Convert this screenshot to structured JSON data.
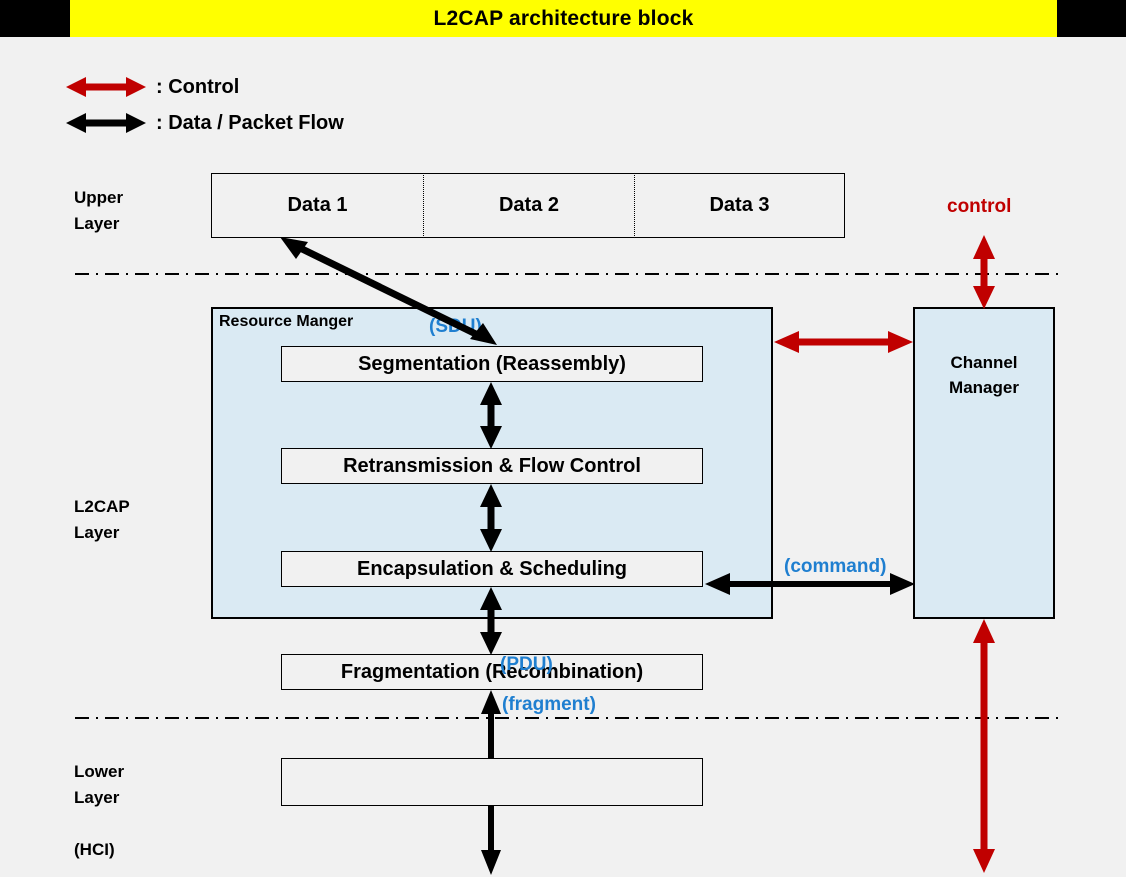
{
  "title": "L2CAP architecture block",
  "colors": {
    "banner": "#ffff00",
    "background": "#f1f1f1",
    "frame": "#000000",
    "control_arrow": "#c00000",
    "data_arrow": "#000000",
    "annotation": "#1f7fd0",
    "block_fill": "#daeaf3"
  },
  "legend": [
    {
      "icon": "double-arrow-red-icon",
      "label": ": Control",
      "color": "#c00000"
    },
    {
      "icon": "double-arrow-black-icon",
      "label": ": Data / Packet Flow",
      "color": "#000000"
    }
  ],
  "layers": [
    {
      "id": "upper",
      "label": "Upper\nLayer"
    },
    {
      "id": "l2cap",
      "label": "L2CAP\nLayer"
    },
    {
      "id": "lower",
      "label": "Lower\nLayer\n\n(HCI)"
    }
  ],
  "upper_layer": {
    "data_blocks": [
      "Data 1",
      "Data 2",
      "Data 3"
    ]
  },
  "l2cap_layer": {
    "resource_manager_title": "Resource Manger",
    "blocks": [
      "Segmentation (Reassembly)",
      "Retransmission & Flow Control",
      "Encapsulation & Scheduling"
    ],
    "fragmentation_block": "Fragmentation (Recombination)"
  },
  "lower_layer": {
    "block": ""
  },
  "right_column": {
    "control_label": "control",
    "channel_manager": "Channel\nManager"
  },
  "annotations": [
    {
      "name": "sdu",
      "text": "(SDU)"
    },
    {
      "name": "pdu",
      "text": "(PDU)"
    },
    {
      "name": "fragment",
      "text": "(fragment)"
    },
    {
      "name": "command",
      "text": "(command)"
    }
  ]
}
